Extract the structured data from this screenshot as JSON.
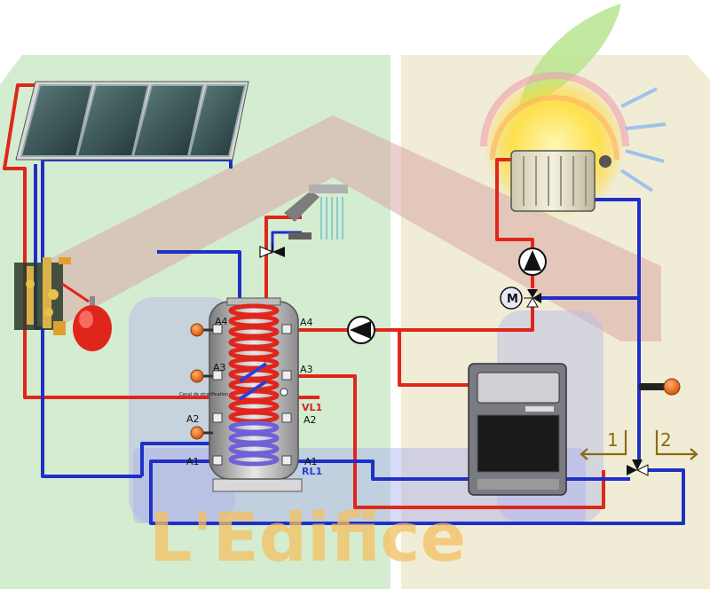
{
  "labels": {
    "a4_left": "A4",
    "a4_right": "A4",
    "a3_left": "A3",
    "a3_right": "A3",
    "a2_left": "A2",
    "a2_right": "A2",
    "a1_left": "A1",
    "a1_right": "A1",
    "vl1": "VL1",
    "rl1": "RL1",
    "canal": "Canal de stratification",
    "motor": "M",
    "mode_1": "1",
    "mode_2": "2"
  },
  "watermark": "L'Edifice",
  "colors": {
    "hot": "#e0261b",
    "cold": "#1f2fc8",
    "left_zone": "#d4ecd0",
    "right_zone": "#f1ecd6",
    "arrow_marks": "#8a6c10"
  },
  "icons": {
    "collector": "solar-panel-icon",
    "shower": "shower-icon",
    "radiator": "radiator-icon",
    "pump": "pump-icon",
    "valve": "three-way-valve-icon",
    "boiler": "boiler-icon",
    "expansion": "expansion-vessel-icon",
    "sun": "sun-icon",
    "sensor": "temperature-sensor-icon"
  }
}
